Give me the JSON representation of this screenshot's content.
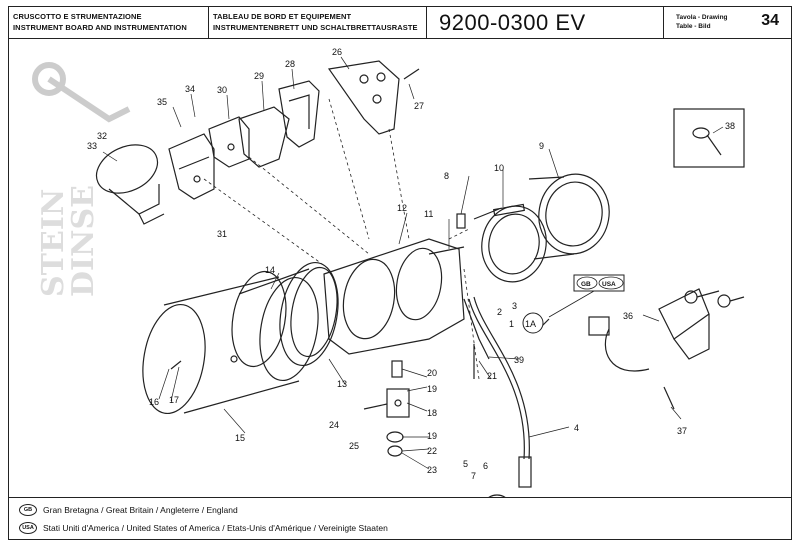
{
  "header": {
    "it_title": "CRUSCOTTO E STRUMENTAZIONE",
    "en_title": "INSTRUMENT BOARD AND INSTRUMENTATION",
    "fr_title": "TABLEAU DE BORD ET EQUIPEMENT",
    "de_title": "INSTRUMENTENBRETT UND SCHALTBRETTAUSRASTE",
    "part_code": "9200-0300 EV",
    "tavola_it_en": "Tavola - Drawing",
    "tavola_fr_de": "Table - Bild",
    "page_number": "34"
  },
  "watermark": "STEIN DINSE",
  "callouts": {
    "c1": "1",
    "c1a": "1A",
    "c2": "2",
    "c3": "3",
    "c4": "4",
    "c5": "5",
    "c6": "6",
    "c7": "7",
    "c8": "8",
    "c9": "9",
    "c10": "10",
    "c11": "11",
    "c12": "12",
    "c13": "13",
    "c14": "14",
    "c15": "15",
    "c16": "16",
    "c17": "17",
    "c18": "18",
    "c19a": "19",
    "c19b": "19",
    "c20": "20",
    "c21": "21",
    "c22": "22",
    "c23": "23",
    "c24": "24",
    "c25": "25",
    "c26": "26",
    "c27": "27",
    "c28": "28",
    "c29": "29",
    "c30": "30",
    "c31": "31",
    "c32": "32",
    "c33": "33",
    "c34": "34",
    "c35": "35",
    "c36": "36",
    "c37": "37",
    "c38": "38",
    "c39": "39"
  },
  "badges": {
    "gb": "GB",
    "usa": "USA"
  },
  "legend": {
    "gb_code": "GB",
    "gb_text": "Gran Bretagna / Great Britain / Angleterre / England",
    "usa_code": "USA",
    "usa_text": "Stati Uniti d'America / United States of America / Etats-Unis d'Amérique / Vereinigte Staaten"
  }
}
